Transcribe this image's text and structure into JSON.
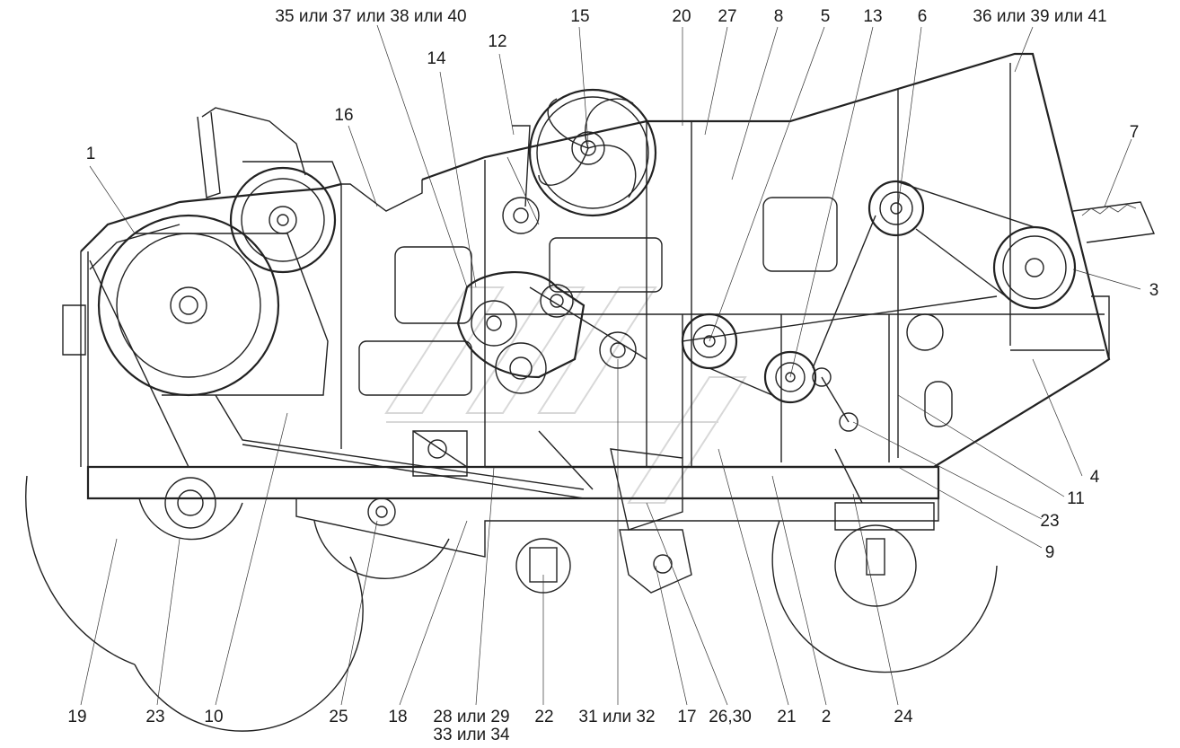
{
  "labels": [
    {
      "id": "c1",
      "text": "1"
    },
    {
      "id": "c16",
      "text": "16"
    },
    {
      "id": "c14",
      "text": "14"
    },
    {
      "id": "c35",
      "text": "35 или 37 или 38 или 40"
    },
    {
      "id": "c12",
      "text": "12"
    },
    {
      "id": "c15",
      "text": "15"
    },
    {
      "id": "c20",
      "text": "20"
    },
    {
      "id": "c27",
      "text": "27"
    },
    {
      "id": "c8",
      "text": "8"
    },
    {
      "id": "c5",
      "text": "5"
    },
    {
      "id": "c13",
      "text": "13"
    },
    {
      "id": "c6",
      "text": "6"
    },
    {
      "id": "c36",
      "text": "36 или 39 или 41"
    },
    {
      "id": "c7",
      "text": "7"
    },
    {
      "id": "c3",
      "text": "3"
    },
    {
      "id": "c4",
      "text": "4"
    },
    {
      "id": "c11",
      "text": "11"
    },
    {
      "id": "c23r",
      "text": "23"
    },
    {
      "id": "c9",
      "text": "9"
    },
    {
      "id": "c19",
      "text": "19"
    },
    {
      "id": "c23l",
      "text": "23"
    },
    {
      "id": "c10",
      "text": "10"
    },
    {
      "id": "c25",
      "text": "25"
    },
    {
      "id": "c18",
      "text": "18"
    },
    {
      "id": "c28a",
      "text": "28 или 29"
    },
    {
      "id": "c28b",
      "text": "33 или 34"
    },
    {
      "id": "c22",
      "text": "22"
    },
    {
      "id": "c31",
      "text": "31 или 32"
    },
    {
      "id": "c17",
      "text": "17"
    },
    {
      "id": "c26",
      "text": "26,30"
    },
    {
      "id": "c21",
      "text": "21"
    },
    {
      "id": "c2",
      "text": "2"
    },
    {
      "id": "c24",
      "text": "24"
    }
  ]
}
